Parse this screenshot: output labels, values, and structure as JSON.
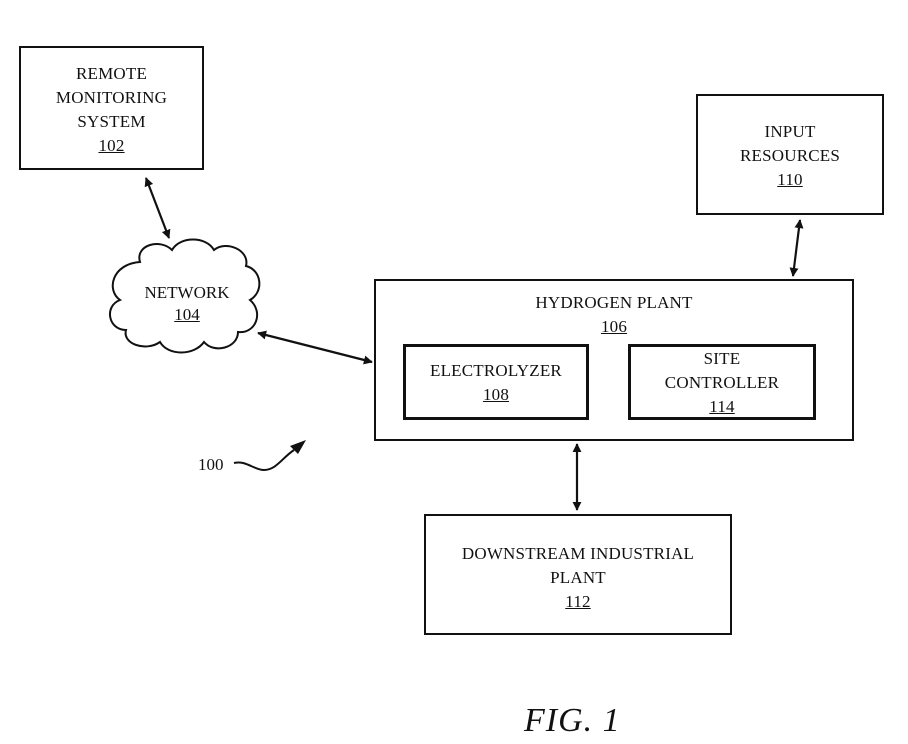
{
  "figure": {
    "caption": "FIG. 1",
    "system_ref": "100"
  },
  "remote_monitoring": {
    "lines": [
      "REMOTE",
      "MONITORING",
      "SYSTEM"
    ],
    "ref": "102"
  },
  "network": {
    "label": "NETWORK",
    "ref": "104"
  },
  "hydrogen_plant": {
    "label": "HYDROGEN PLANT",
    "ref": "106"
  },
  "electrolyzer": {
    "label": "ELECTROLYZER",
    "ref": "108"
  },
  "input_resources": {
    "lines": [
      "INPUT",
      "RESOURCES"
    ],
    "ref": "110"
  },
  "downstream_plant": {
    "lines": [
      "DOWNSTREAM INDUSTRIAL",
      "PLANT"
    ],
    "ref": "112"
  },
  "site_controller": {
    "lines": [
      "SITE",
      "CONTROLLER"
    ],
    "ref": "114"
  }
}
